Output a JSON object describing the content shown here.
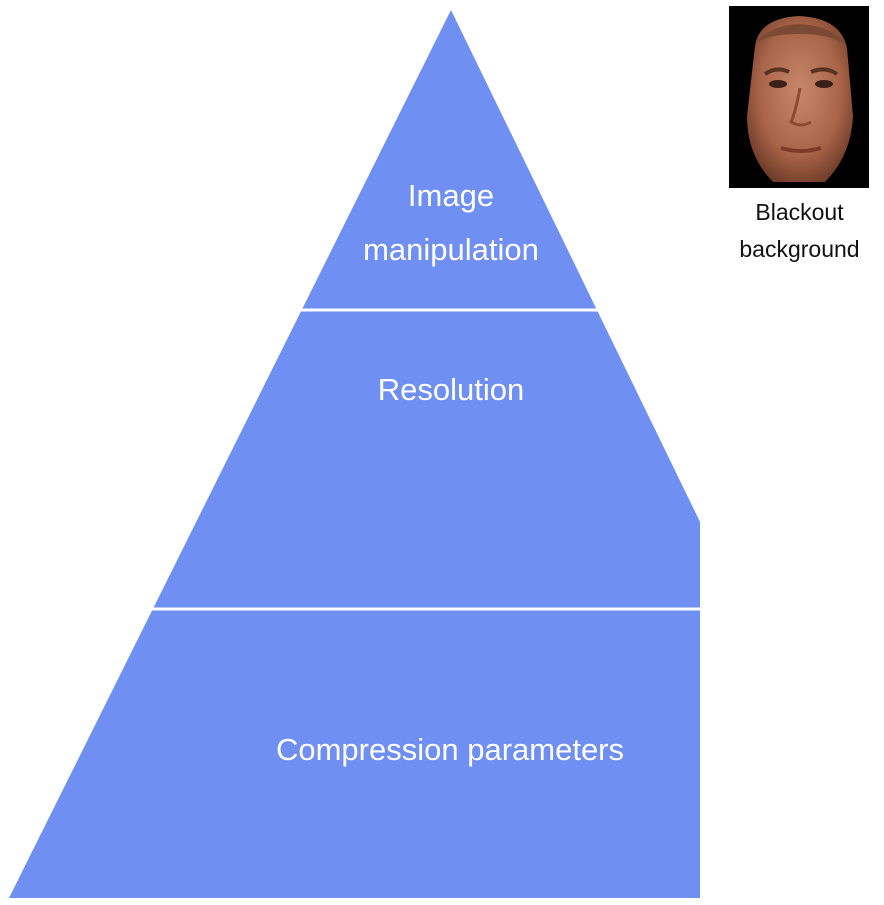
{
  "pyramid": {
    "fill_color": "#6f8ff2",
    "divider_color": "#ffffff",
    "tiers": [
      {
        "lines": [
          "Image",
          "manipulation"
        ]
      },
      {
        "lines": [
          "Resolution"
        ]
      },
      {
        "lines": [
          "Compression parameters"
        ]
      }
    ]
  },
  "example": {
    "image": "face-photo-blackout-background",
    "caption_lines": [
      "Blackout",
      "background"
    ]
  }
}
